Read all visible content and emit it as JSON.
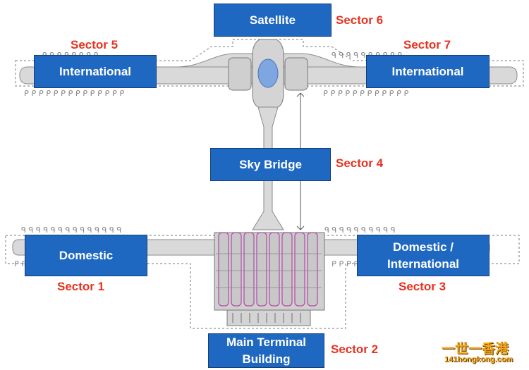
{
  "boxes": {
    "satellite": "Satellite",
    "intl_left": "International",
    "intl_right": "International",
    "sky_bridge": "Sky Bridge",
    "domestic": "Domestic",
    "dom_intl_line1": "Domestic /",
    "dom_intl_line2": "International",
    "main_line1": "Main Terminal",
    "main_line2": "Building"
  },
  "sectors": {
    "s1": "Sector 1",
    "s2": "Sector 2",
    "s3": "Sector 3",
    "s4": "Sector 4",
    "s5": "Sector 5",
    "s6": "Sector 6",
    "s7": "Sector 7"
  },
  "watermark": {
    "logo": "一世一香港",
    "site": "141hongkong.com"
  },
  "colors": {
    "box_fill": "#1f68c2",
    "sector_text": "#e8321f",
    "plan_fill": "#d9d9d9",
    "plan_outline": "#8a8a8a"
  }
}
